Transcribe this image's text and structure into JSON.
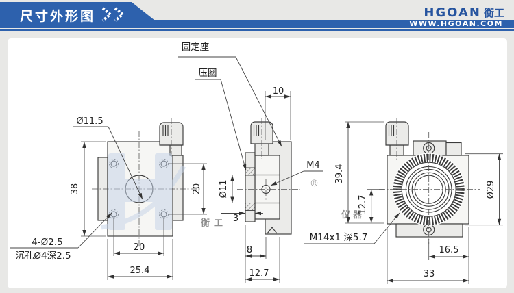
{
  "header": {
    "title": "尺寸外形图",
    "logo_en": "HGOAN",
    "logo_cn": "衡工",
    "website": "WWW.HGOAN.COM",
    "colors": {
      "banner_blue": "#2d61ad",
      "logo_blue": "#26549f"
    }
  },
  "watermark": {
    "part1": "衡工",
    "reg": "®",
    "part2": "仪器"
  },
  "front_view": {
    "hole_dia_label": "Ø11.5",
    "dim_height": "38",
    "dim_hole_spacing_v": "20",
    "dim_hole_spacing_h": "20",
    "dim_width": "25.4",
    "corner_holes_label": "4-Ø2.5",
    "counterbore_label": "沉孔Ø4深2.5"
  },
  "side_view": {
    "fixed_base_label": "固定座",
    "press_ring_label": "压圈",
    "screw_label": "M4",
    "dim_base_depth": "10",
    "dim_bore": "Ø11",
    "dim_flange": "3",
    "dim_depth1": "8",
    "dim_depth2": "12.7"
  },
  "back_view": {
    "thread_label": "M14x1 深5.7",
    "dim_height": "39.4",
    "dim_center_to_bottom": "12.7",
    "dim_ring_dia": "Ø29",
    "dim_offset": "16.5",
    "dim_width": "33"
  }
}
